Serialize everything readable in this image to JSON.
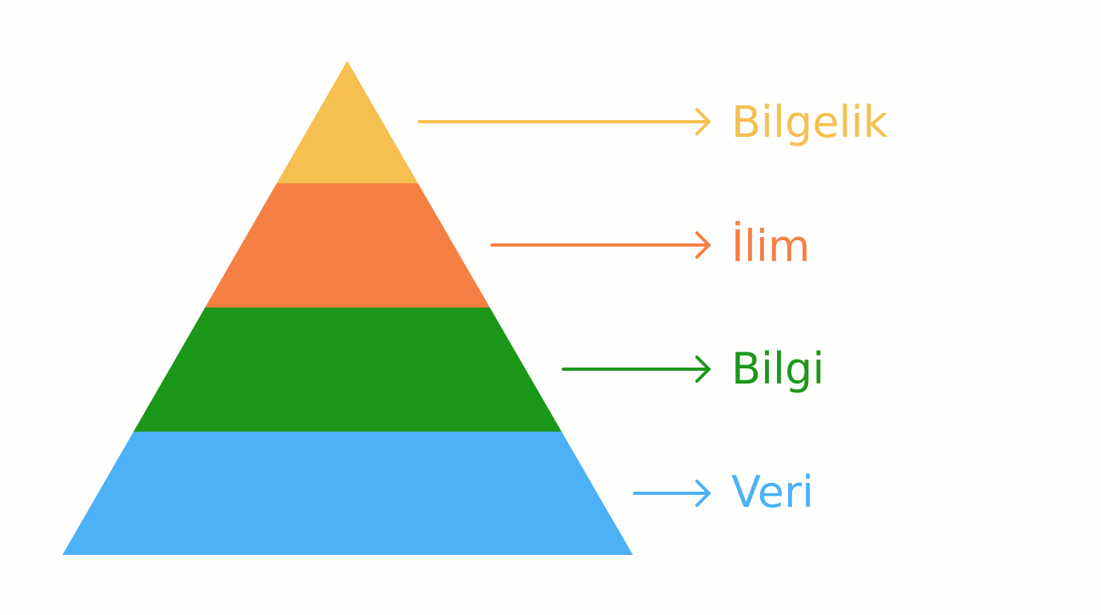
{
  "pyramid": {
    "levels": [
      {
        "label": "Bilgelik",
        "color": "#f5c050"
      },
      {
        "label": "İlim",
        "color": "#f67f43"
      },
      {
        "label": "Bilgi",
        "color": "#1b9719"
      },
      {
        "label": "Veri",
        "color": "#4cb1f6"
      }
    ]
  }
}
